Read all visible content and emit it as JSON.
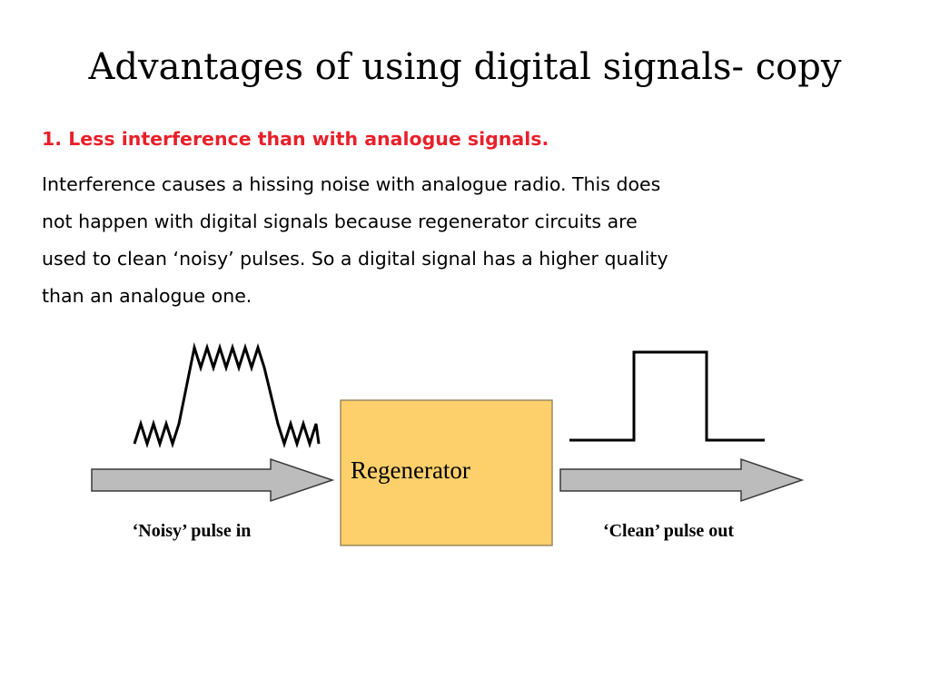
{
  "title": "Advantages of using digital signals- copy",
  "subheading": "1. Less interference than with analogue signals.",
  "body_lines": [
    "Interference causes a hissing noise with analogue radio. This does",
    "not happen with digital signals because regenerator circuits are",
    "used to clean ‘noisy’ pulses. So a digital signal has a higher quality",
    "than an analogue one."
  ],
  "diagram": {
    "regenerator_label": "Regenerator",
    "noisy_caption": "‘Noisy’ pulse in",
    "clean_caption": "‘Clean’ pulse out"
  },
  "colors": {
    "subheading": "#e8202a",
    "regenerator_fill": "#fdd06b",
    "regenerator_border": "#9a8a60",
    "arrow_fill": "#bcbcbc",
    "arrow_stroke": "#3a3a3a"
  }
}
